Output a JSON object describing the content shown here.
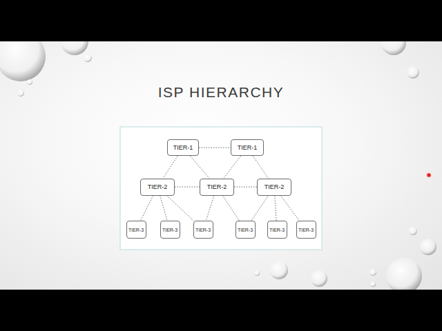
{
  "diagram": {
    "title": "ISP HIERARCHY",
    "nodes": [
      {
        "text": [
          "TIER-1"
        ]
      },
      {
        "text": [
          "TIER-1"
        ]
      },
      {
        "text": [
          "TIER-2"
        ]
      },
      {
        "text": [
          "TIER-2"
        ]
      },
      {
        "text": [
          "TIER-2"
        ]
      },
      {
        "text": [
          "TIER-3"
        ]
      },
      {
        "text": [
          "TIER-3"
        ]
      },
      {
        "text": [
          "TIER-3"
        ]
      },
      {
        "text": [
          "TIER-3"
        ]
      },
      {
        "text": [
          "TIER-3"
        ]
      },
      {
        "text": [
          "TIER-3"
        ]
      }
    ],
    "edges": [
      {
        "from": 0,
        "to": 1,
        "arrow": "none"
      },
      {
        "from": 0,
        "to": 2,
        "arrow": "none"
      },
      {
        "from": 0,
        "to": 3,
        "arrow": "none"
      },
      {
        "from": 1,
        "to": 3,
        "arrow": "none"
      },
      {
        "from": 1,
        "to": 4,
        "arrow": "none"
      },
      {
        "from": 2,
        "to": 3,
        "arrow": "none"
      },
      {
        "from": 3,
        "to": 4,
        "arrow": "none"
      },
      {
        "from": 2,
        "to": 5,
        "arrow": "none"
      },
      {
        "from": 2,
        "to": 6,
        "arrow": "none"
      },
      {
        "from": 2,
        "to": 7,
        "arrow": "none"
      },
      {
        "from": 3,
        "to": 7,
        "arrow": "none"
      },
      {
        "from": 3,
        "to": 8,
        "arrow": "none"
      },
      {
        "from": 4,
        "to": 8,
        "arrow": "none"
      },
      {
        "from": 4,
        "to": 9,
        "arrow": "none"
      },
      {
        "from": 4,
        "to": 10,
        "arrow": "none"
      }
    ]
  }
}
